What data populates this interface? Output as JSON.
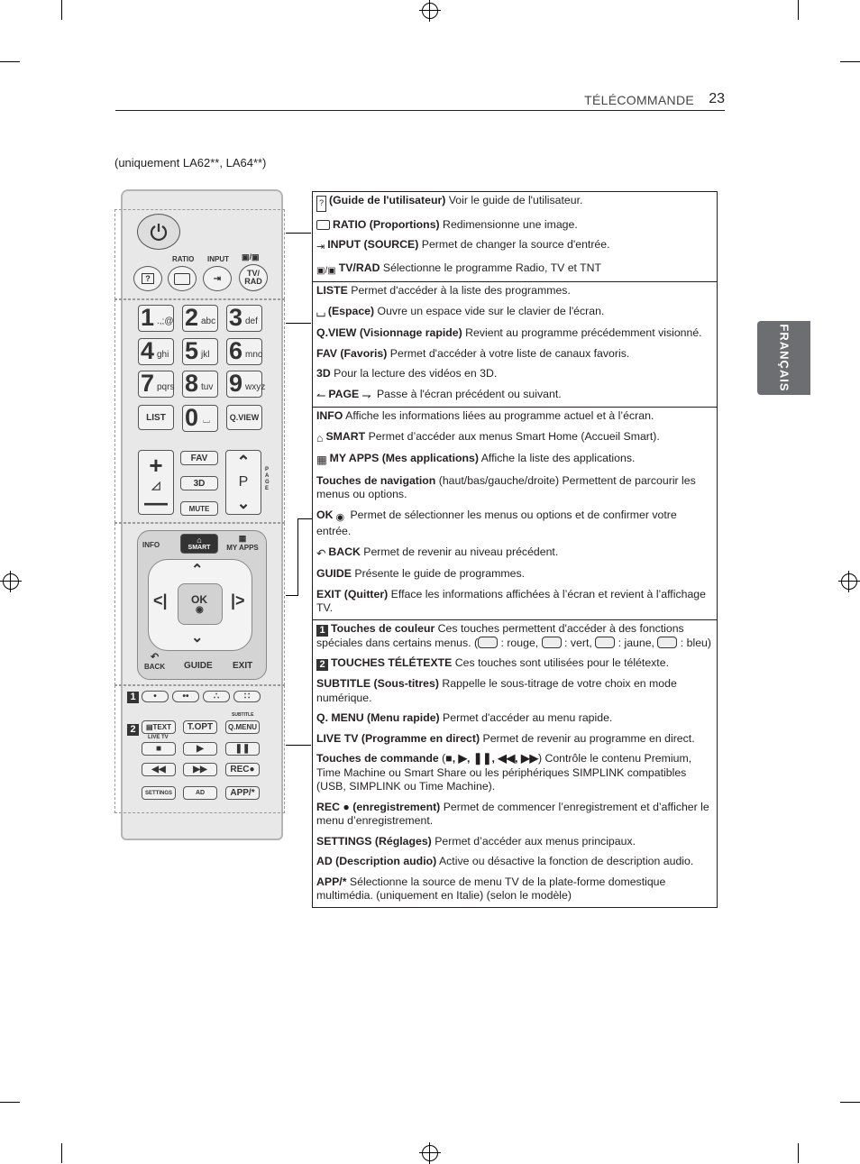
{
  "header": {
    "title": "TÉLÉCOMMANDE",
    "page": "23"
  },
  "sidetab": {
    "label": "FRANÇAIS"
  },
  "note": "(uniquement LA62**, LA64**)",
  "remote": {
    "ratio": "RATIO",
    "input": "INPUT",
    "tvrad": "TV/ RAD",
    "nums": [
      {
        "n": "1",
        "l": ".,;@"
      },
      {
        "n": "2",
        "l": "abc"
      },
      {
        "n": "3",
        "l": "def"
      },
      {
        "n": "4",
        "l": "ghi"
      },
      {
        "n": "5",
        "l": "jkl"
      },
      {
        "n": "6",
        "l": "mno"
      },
      {
        "n": "7",
        "l": "pqrs"
      },
      {
        "n": "8",
        "l": "tuv"
      },
      {
        "n": "9",
        "l": "wxyz"
      }
    ],
    "list": "LIST",
    "zero": "0",
    "qview": "Q.VIEW",
    "fav": "FAV",
    "three_d": "3D",
    "mute": "MUTE",
    "p": "P",
    "page_letters": "PAGE",
    "info": "INFO",
    "smart": "SMART",
    "myapps": "MY APPS",
    "ok": "OK",
    "back": "BACK",
    "guide": "GUIDE",
    "exit": "EXIT",
    "marker1": "1",
    "marker2": "2",
    "subtitle": "SUBTITLE",
    "text": "TEXT",
    "topt": "T.OPT",
    "qmenu": "Q.MENU",
    "livetv": "LIVE TV",
    "rec": "REC",
    "settings": "SETTINGS",
    "ad": "AD",
    "app": "APP/*"
  },
  "table": {
    "s1": [
      {
        "b": "(Guide de l'utilisateur)",
        "t": " Voir le guide de l'utilisateur."
      },
      {
        "b": "RATIO (Proportions)",
        "t": " Redimensionne une image."
      },
      {
        "b": "INPUT (SOURCE)",
        "t": " Permet de changer la source d'entrée."
      },
      {
        "b": "TV/RAD",
        "t": " Sélectionne le programme Radio, TV et TNT"
      }
    ],
    "s2": [
      {
        "b": "LISTE",
        "t": " Permet d'accéder à la liste des programmes."
      },
      {
        "b": "(Espace)",
        "t": " Ouvre un espace vide sur le clavier de l'écran."
      },
      {
        "b": "Q.VIEW (Visionnage rapide)",
        "t": " Revient au programme précédemment visionné."
      },
      {
        "b": "FAV (Favoris)",
        "t": " Permet d'accéder à votre liste de canaux favoris."
      },
      {
        "b": "3D",
        "t": " Pour la lecture des vidéos en 3D."
      },
      {
        "b": "PAGE",
        "t": " Passe à l'écran précédent ou suivant."
      }
    ],
    "s3": [
      {
        "b": "INFO",
        "t": " Affiche les informations liées au programme actuel et à l’écran."
      },
      {
        "b": "SMART",
        "t": " Permet d’accéder aux menus Smart Home (Accueil Smart)."
      },
      {
        "b": "MY APPS (Mes applications)",
        "t": " Affiche la liste des applications."
      },
      {
        "b": "Touches de navigation",
        "t": " (haut/bas/gauche/droite) Permettent de parcourir les menus ou options."
      },
      {
        "b": "OK",
        "t": " Permet de sélectionner les menus ou options et de confirmer votre entrée."
      },
      {
        "b": "BACK",
        "t": " Permet de revenir au niveau précédent."
      },
      {
        "b": "GUIDE",
        "t": " Présente le guide de programmes."
      },
      {
        "b": "EXIT (Quitter)",
        "t": " Efface les informations affichées à l’écran et revient à l’affichage TV."
      }
    ],
    "s4": {
      "color_keys": {
        "num": "1",
        "b": "Touches de couleur",
        "t1": " Ces touches permettent d'accéder à des fonctions spéciales dans certains menus. (",
        "red": " : rouge, ",
        "green": " : vert, ",
        "yellow": " : jaune, ",
        "blue": " : bleu)"
      },
      "teletext": {
        "num": "2",
        "b": "TOUCHES TÉLÉTEXTE",
        "t": " Ces touches sont utilisées pour le télétexte."
      },
      "rows": [
        {
          "b": "SUBTITLE (Sous-titres)",
          "t": " Rappelle le sous-titrage de votre choix en mode numérique."
        },
        {
          "b": "Q. MENU (Menu rapide)",
          "t": " Permet d'accéder au menu rapide."
        },
        {
          "b": "LIVE TV (Programme en direct)",
          "t": " Permet de revenir au programme en direct."
        }
      ],
      "commands": {
        "b": "Touches de commande",
        "open": " (",
        "close": ") Contrôle le contenu Premium, Time Machine ou Smart Share ou les périphériques SIMPLINK compatibles (USB, SIMPLINK ou Time Machine)."
      },
      "rec": {
        "b": "REC",
        "b2": " (enregistrement)",
        "t": "  Permet de commencer l’enregistrement et d’afficher le menu d’enregistrement."
      },
      "rows2": [
        {
          "b": "SETTINGS (Réglages)",
          "t": " Permet d’accéder aux menus principaux."
        },
        {
          "b": "AD (Description audio)",
          "t": " Active ou désactive la fonction de description audio."
        },
        {
          "b": "APP/*",
          "t": " Sélectionne la source de menu TV de la plate-forme domestique multimédia. (uniquement en Italie) (selon le modèle)"
        }
      ]
    }
  }
}
